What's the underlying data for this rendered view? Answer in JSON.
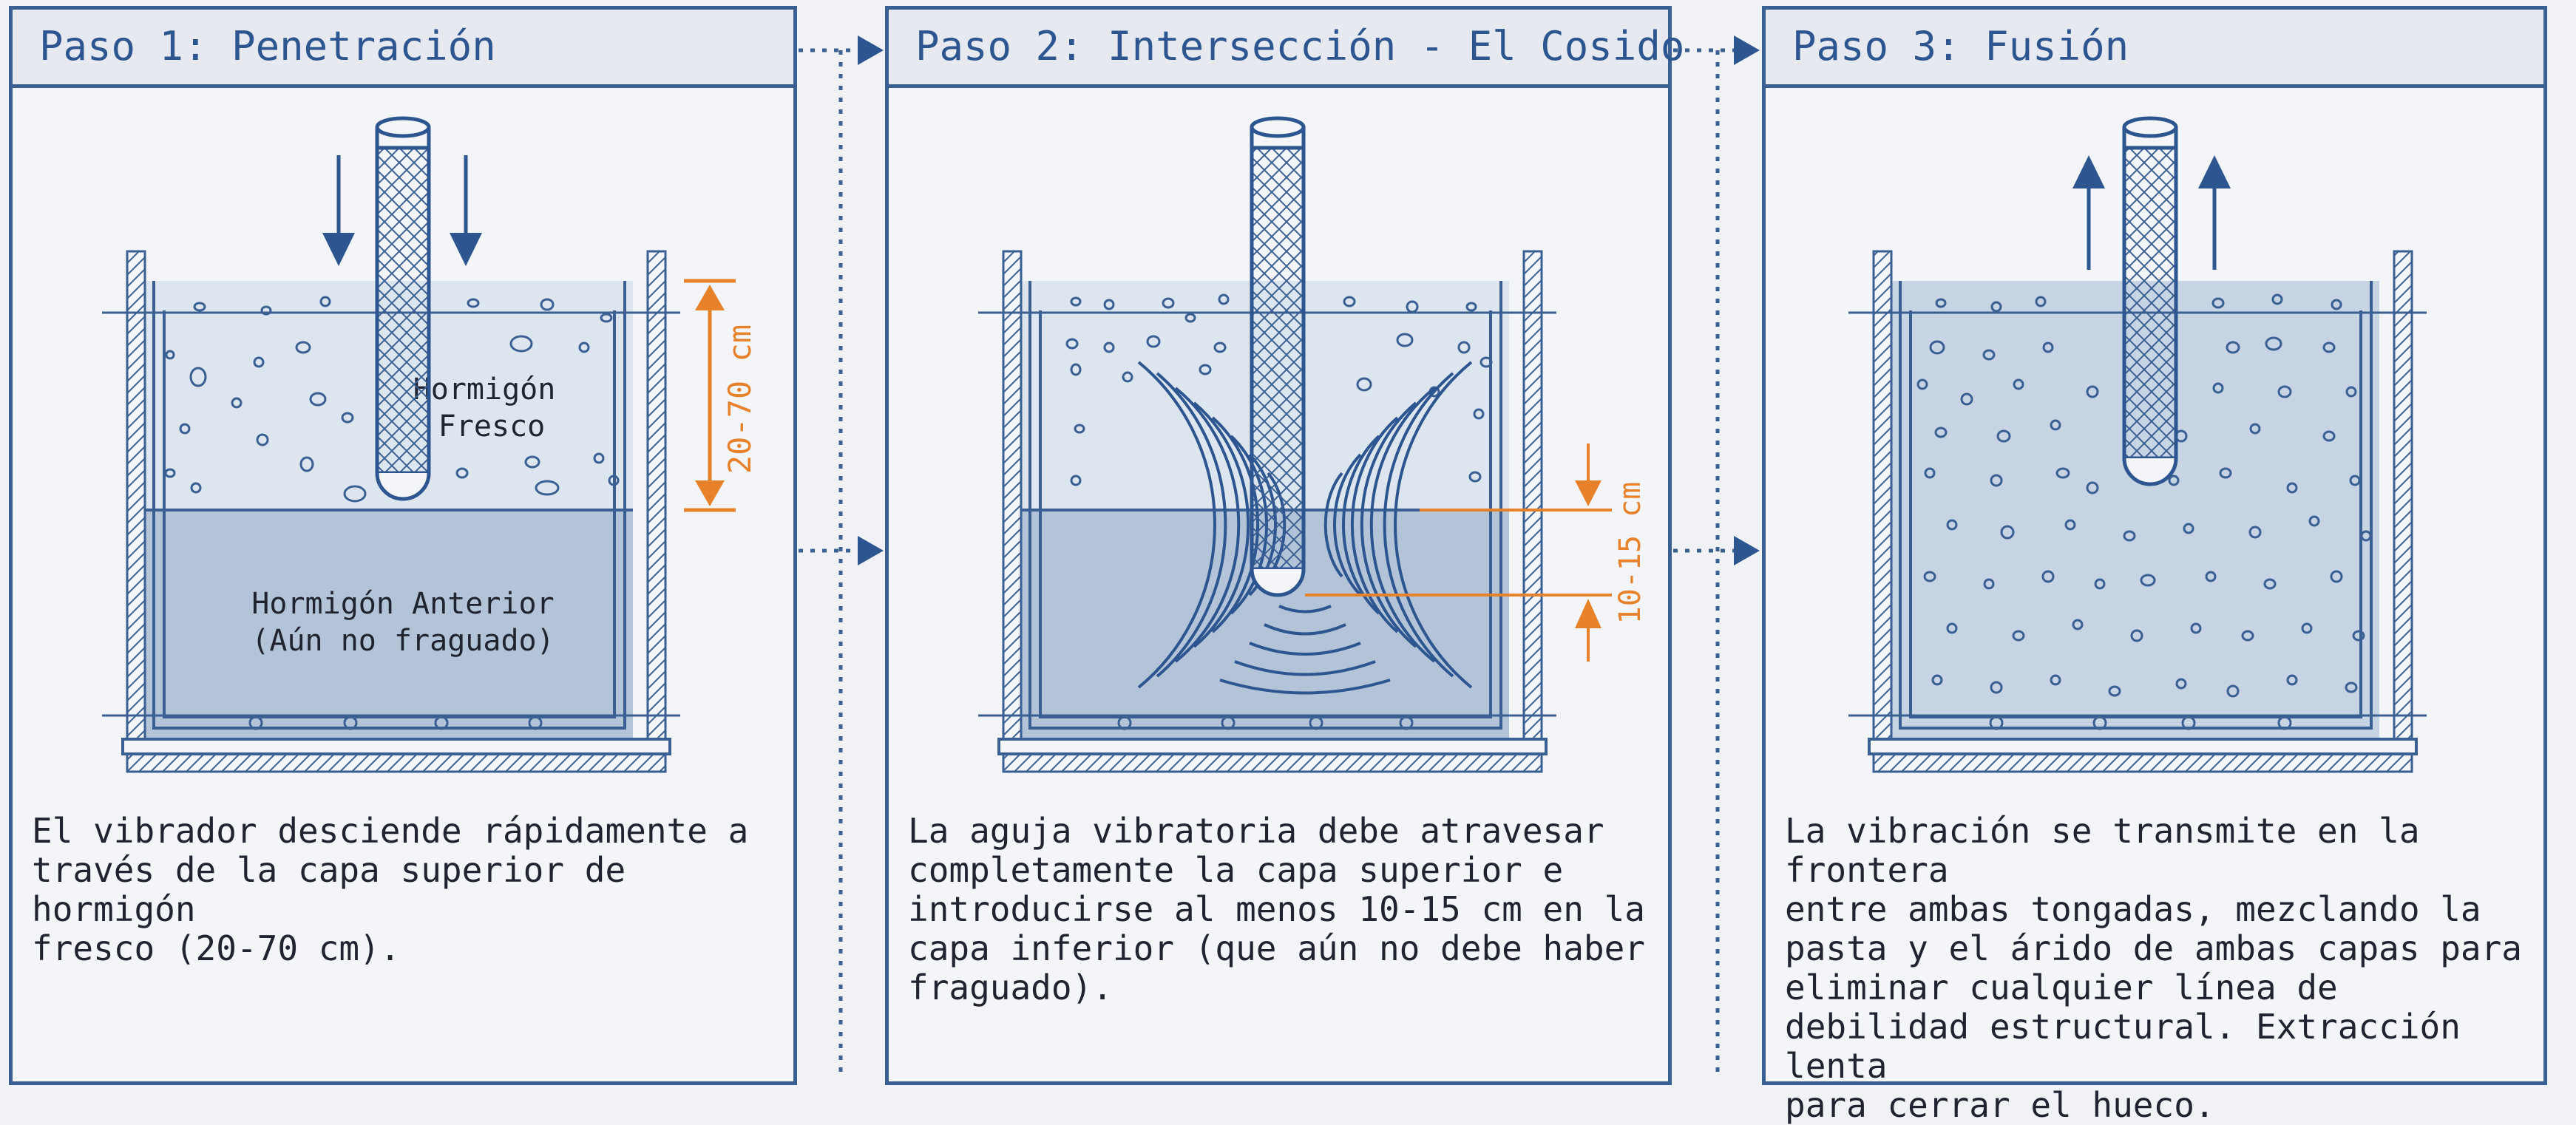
{
  "steps": [
    {
      "title": "Paso 1: Penetración",
      "text": "El vibrador desciende rápidamente a\ntravés de la capa superior de hormigón\nfresco (20-70 cm).",
      "labels": {
        "upper_line1": "Hormigón",
        "upper_line2": "Fresco",
        "lower_line1": "Hormigón Anterior",
        "lower_line2": "(Aún no fraguado)",
        "dimension": "20-70 cm"
      }
    },
    {
      "title": "Paso 2: Intersección - El Cosido",
      "text": "La aguja vibratoria debe atravesar\ncompletamente la capa superior e\nintroducirse al menos 10-15 cm en la\ncapa inferior (que aún no debe haber\nfraguado).",
      "labels": {
        "dimension": "10-15 cm"
      }
    },
    {
      "title": "Paso 3: Fusión",
      "text": "La vibración se transmite en la frontera\nentre ambas tongadas, mezclando la\npasta y el árido de ambas capas para\neliminar cualquier línea de\ndebilidad estructural. Extracción lenta\npara cerrar el hueco."
    }
  ],
  "colors": {
    "frame": "#3a5f93",
    "fresh": "#dde5ef",
    "old": "#b4c4d8",
    "mixed": "#c6d4e4",
    "dimension": "#e8822a",
    "background": "#f0f2f5"
  },
  "icons": [
    "arrow-down-icon",
    "arrow-up-icon",
    "arrow-right-icon",
    "vibrator-needle-icon",
    "vibration-waves-icon"
  ]
}
